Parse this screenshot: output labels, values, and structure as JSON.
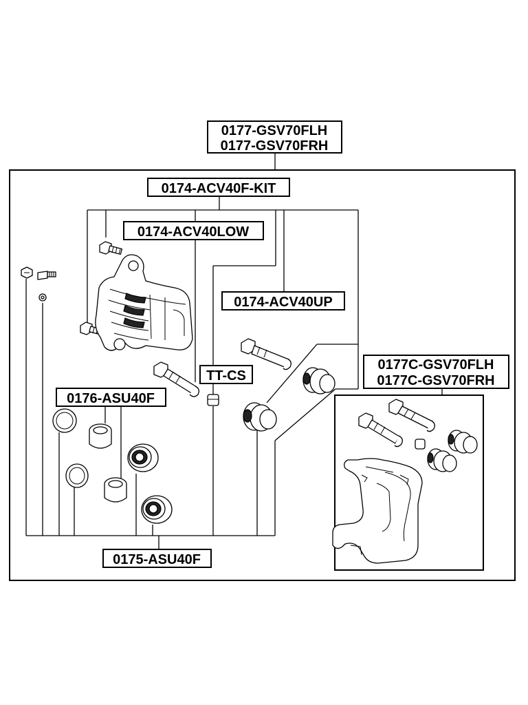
{
  "labels": {
    "main_assembly_l1": "0177-GSV70FLH",
    "main_assembly_l2": "0177-GSV70FRH",
    "kit": "0174-ACV40F-KIT",
    "low_pin": "0174-ACV40LOW",
    "up_pin": "0174-ACV40UP",
    "grease": "TT-CS",
    "piston": "0176-ASU40F",
    "seal_kit": "0175-ASU40F",
    "carrier_l1": "0177C-GSV70FLH",
    "carrier_l2": "0177C-GSV70FRH"
  }
}
